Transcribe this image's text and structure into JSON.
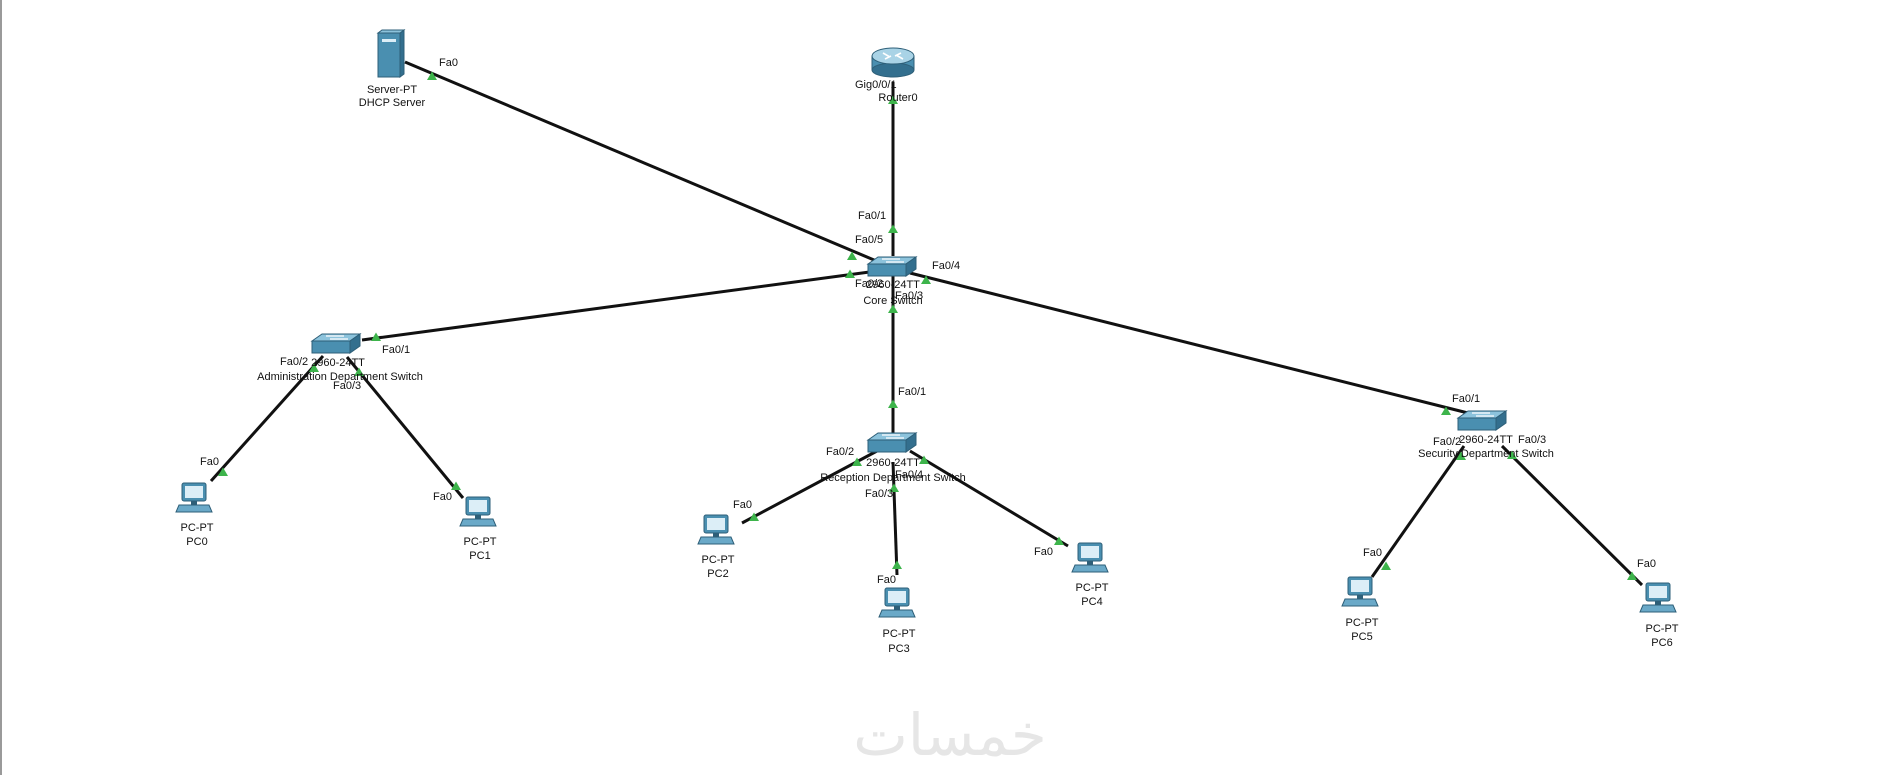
{
  "colors": {
    "link": "#111111",
    "port_up": "#3db44b",
    "device_blue": "#4a8fb0",
    "background": "#ffffff",
    "left_border": "#9a9a9a"
  },
  "devices": {
    "dhcp_server": {
      "model": "Server-PT",
      "name": "DHCP Server",
      "icon": "server-icon"
    },
    "router0": {
      "model": "",
      "name": "Router0",
      "icon": "router-icon"
    },
    "core_switch": {
      "model": "2960-24TT",
      "name": "Core Switch",
      "icon": "switch-icon"
    },
    "admin_switch": {
      "model": "2960-24TT",
      "name": "Administration Department Switch",
      "icon": "switch-icon"
    },
    "reception_switch": {
      "model": "2960-24TT",
      "name": "Reception Department Switch",
      "icon": "switch-icon"
    },
    "security_switch": {
      "model": "2960-24TT",
      "name": "Security Department Switch",
      "icon": "switch-icon"
    },
    "pc0": {
      "model": "PC-PT",
      "name": "PC0",
      "icon": "pc-icon"
    },
    "pc1": {
      "model": "PC-PT",
      "name": "PC1",
      "icon": "pc-icon"
    },
    "pc2": {
      "model": "PC-PT",
      "name": "PC2",
      "icon": "pc-icon"
    },
    "pc3": {
      "model": "PC-PT",
      "name": "PC3",
      "icon": "pc-icon"
    },
    "pc4": {
      "model": "PC-PT",
      "name": "PC4",
      "icon": "pc-icon"
    },
    "pc5": {
      "model": "PC-PT",
      "name": "PC5",
      "icon": "pc-icon"
    },
    "pc6": {
      "model": "PC-PT",
      "name": "PC6",
      "icon": "pc-icon"
    }
  },
  "ports": {
    "server_fa0": "Fa0",
    "router_gig": "Gig0/0/1",
    "core_fa01": "Fa0/1",
    "core_fa05": "Fa0/5",
    "core_fa04": "Fa0/4",
    "core_fa02": "Fa0/2",
    "core_fa03": "Fa0/3",
    "admin_fa01": "Fa0/1",
    "admin_fa02": "Fa0/2",
    "admin_fa03": "Fa0/3",
    "pc0_fa0": "Fa0",
    "pc1_fa0": "Fa0",
    "rec_fa01": "Fa0/1",
    "rec_fa02": "Fa0/2",
    "rec_fa04": "Fa0/4",
    "rec_fa03": "Fa0/3",
    "pc2_fa0": "Fa0",
    "pc3_fa0": "Fa0",
    "pc4_fa0": "Fa0",
    "sec_fa01": "Fa0/1",
    "sec_fa02": "Fa0/2",
    "sec_fa03": "Fa0/3",
    "pc5_fa0": "Fa0",
    "pc6_fa0": "Fa0"
  },
  "watermark": "خمسات"
}
